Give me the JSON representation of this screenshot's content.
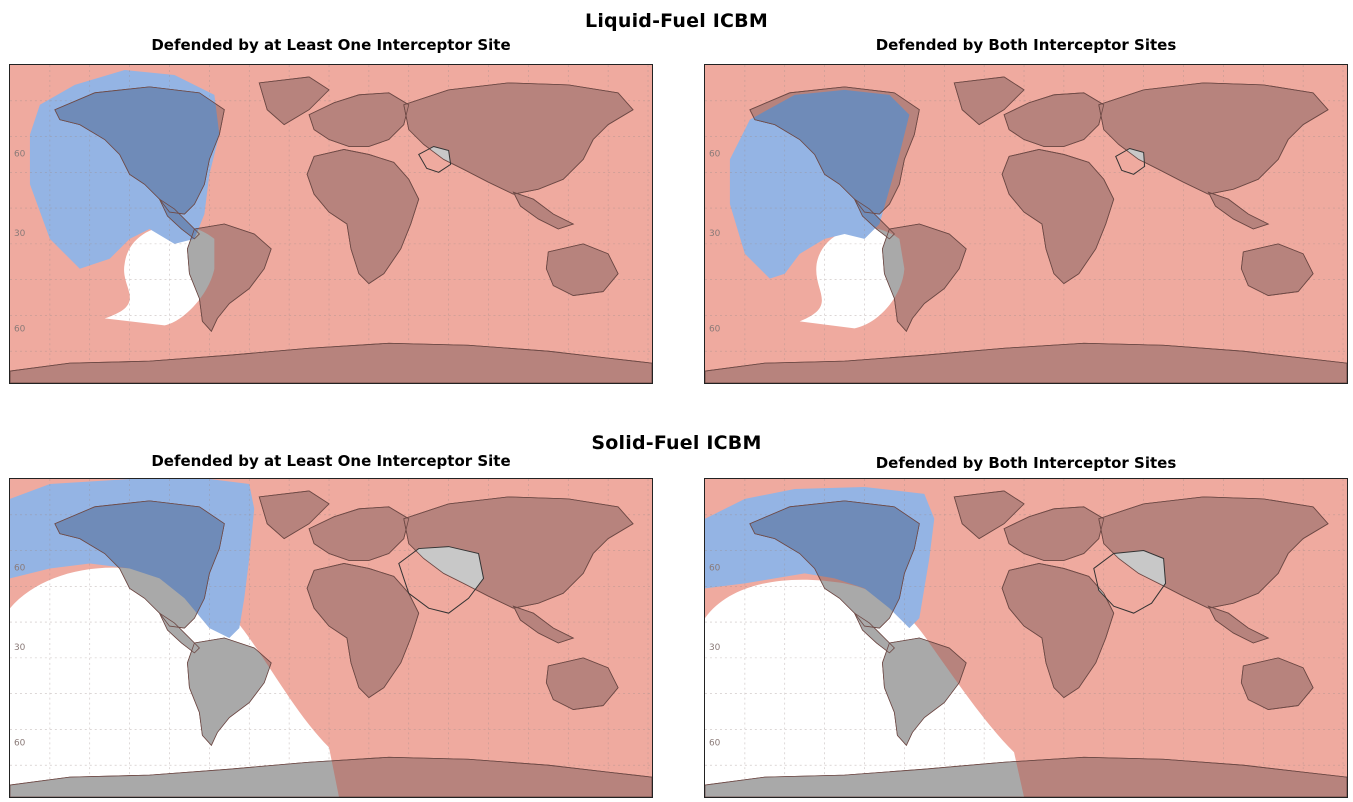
{
  "figure": {
    "sections": [
      {
        "title": "Liquid-Fuel ICBM",
        "panels": [
          {
            "title": "Defended by at Least One Interceptor Site",
            "variant": "liquid-one"
          },
          {
            "title": "Defended by Both Interceptor Sites",
            "variant": "liquid-both"
          }
        ]
      },
      {
        "title": "Solid-Fuel ICBM",
        "panels": [
          {
            "title": "Defended by at Least One Interceptor Site",
            "variant": "solid-one"
          },
          {
            "title": "Defended by Both Interceptor Sites",
            "variant": "solid-both"
          }
        ]
      }
    ],
    "grid_labels": [
      "60",
      "30",
      "60"
    ],
    "colors": {
      "threatened_ocean": "#efaa9f",
      "threatened_land": "#b7837d",
      "defended_ocean": "#94b4e4",
      "defended_land": "#6f8bb8",
      "out_of_range": "#ffffff",
      "out_of_range_land": "#a9a9a9",
      "launch_region": "#c8c8c8",
      "outline": "#6e4a46"
    }
  }
}
